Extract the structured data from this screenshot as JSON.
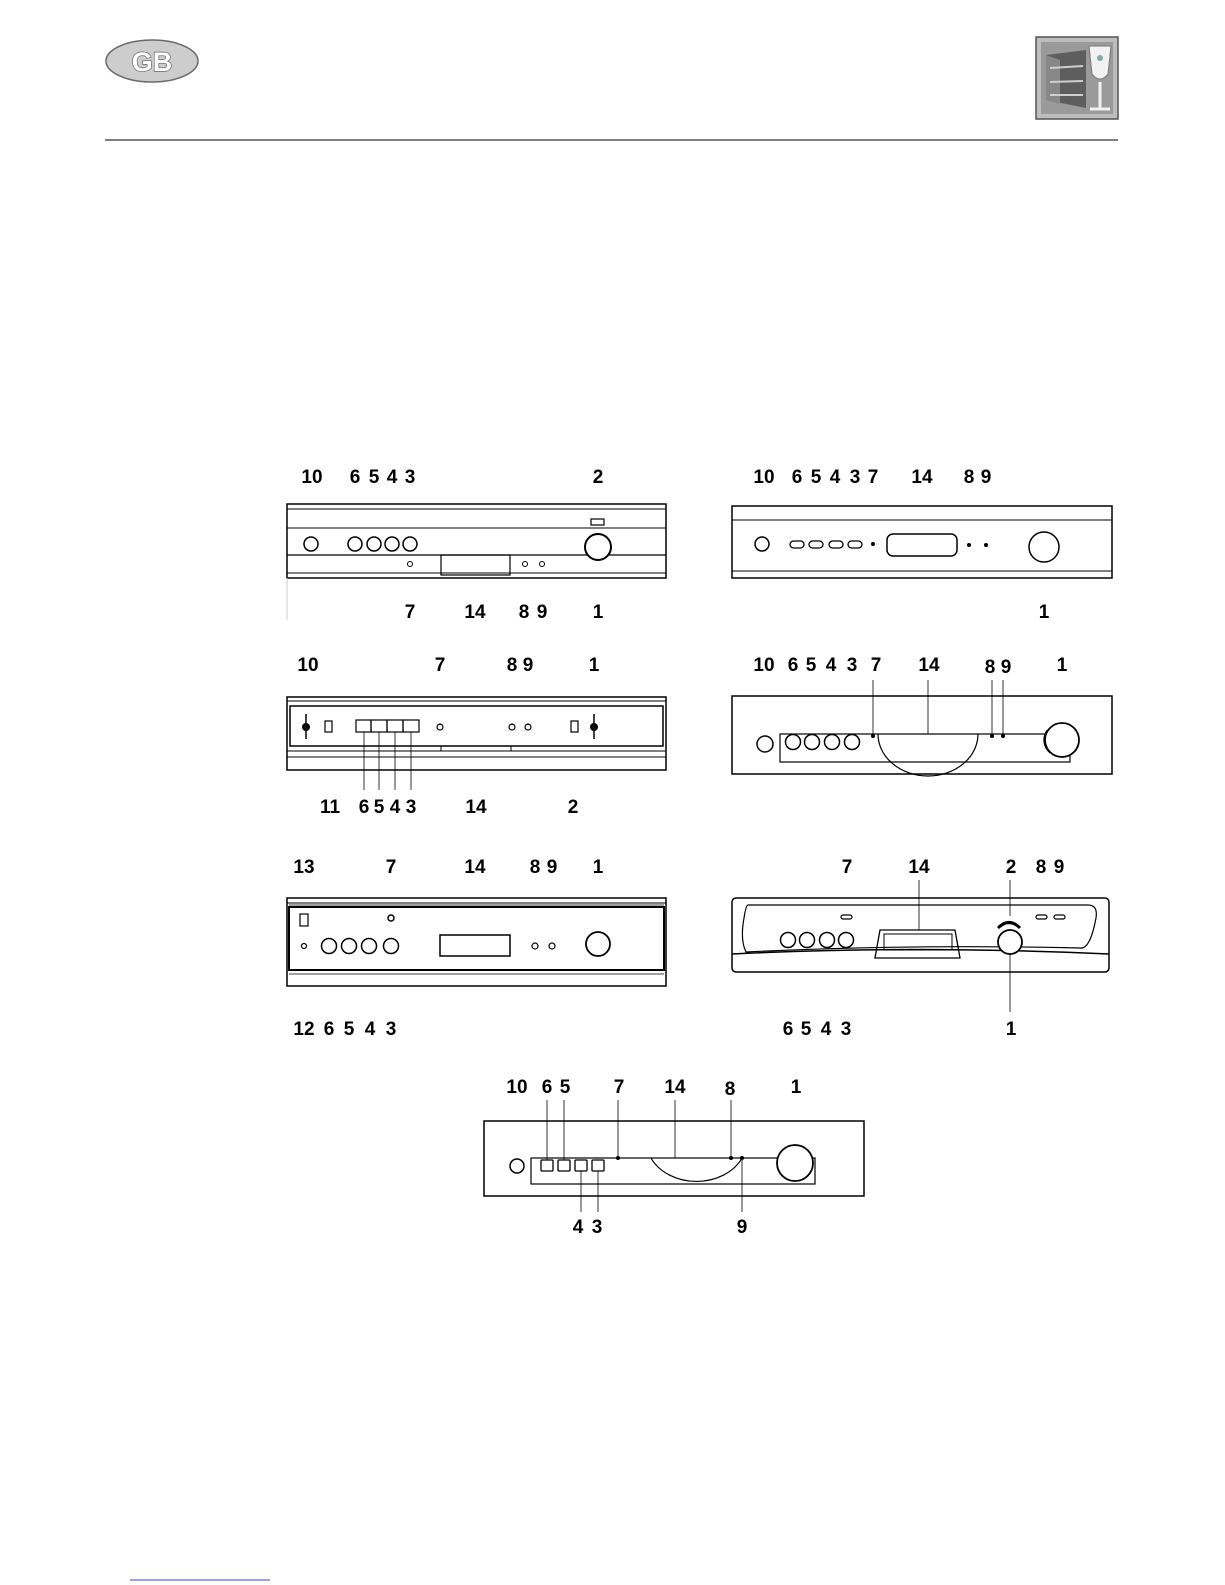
{
  "header": {
    "country_badge": "GB",
    "logo_icon": "dishwasher-glass-icon"
  },
  "panels": [
    {
      "id": "panel-1",
      "labels": {
        "top": [
          "10",
          "6",
          "5",
          "4",
          "3",
          "2"
        ],
        "bottom": [
          "7",
          "14",
          "8",
          "9",
          "1"
        ]
      }
    },
    {
      "id": "panel-2",
      "labels": {
        "top": [
          "10",
          "6",
          "5",
          "4",
          "3",
          "7",
          "14",
          "8",
          "9"
        ],
        "bottom": [
          "1"
        ]
      }
    },
    {
      "id": "panel-3",
      "labels": {
        "top": [
          "10",
          "7",
          "8",
          "9",
          "1"
        ],
        "bottom": [
          "11",
          "6",
          "5",
          "4",
          "3",
          "14",
          "2"
        ]
      }
    },
    {
      "id": "panel-4",
      "labels": {
        "top": [
          "10",
          "6",
          "5",
          "4",
          "3",
          "7",
          "14",
          "8",
          "9",
          "1"
        ],
        "bottom": []
      }
    },
    {
      "id": "panel-5",
      "labels": {
        "top": [
          "13",
          "7",
          "14",
          "8",
          "9",
          "1"
        ],
        "bottom": [
          "12",
          "6",
          "5",
          "4",
          "3"
        ]
      }
    },
    {
      "id": "panel-6",
      "labels": {
        "top": [
          "7",
          "14",
          "2",
          "8",
          "9"
        ],
        "bottom": [
          "6",
          "5",
          "4",
          "3",
          "1"
        ]
      }
    },
    {
      "id": "panel-7",
      "labels": {
        "top": [
          "10",
          "6",
          "5",
          "7",
          "14",
          "8",
          "1"
        ],
        "bottom": [
          "4",
          "3",
          "9"
        ]
      }
    }
  ],
  "colors": {
    "line": "#000000",
    "header_rule": "#555555",
    "badge_fill": "#c8c8c8",
    "footer_link": "#3344cc"
  }
}
